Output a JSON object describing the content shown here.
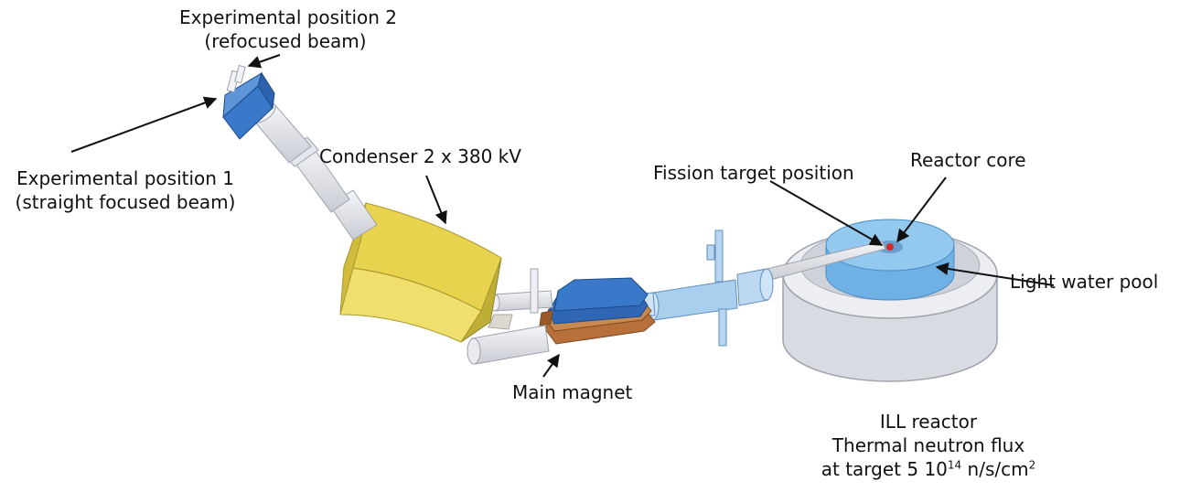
{
  "labels": {
    "exp_pos2_line1": "Experimental position 2",
    "exp_pos2_line2": "(refocused beam)",
    "exp_pos1_line1": "Experimental position 1",
    "exp_pos1_line2": "(straight focused beam)",
    "condenser": "Condenser 2 x 380 kV",
    "fission_target": "Fission target position",
    "reactor_core": "Reactor core",
    "light_water_pool": "Light water pool",
    "main_magnet": "Main magnet",
    "ill_reactor": "ILL reactor",
    "thermal_flux": "Thermal neutron flux",
    "flux_prefix": "at target 5 10",
    "flux_exp": "14",
    "flux_unit": " n/s/cm",
    "flux_unit_exp": "2"
  },
  "colors": {
    "condenser": "#e8d34f",
    "magnet_blue": "#3a78c9",
    "copper": "#b8703a",
    "pipe": "#e4e7ec",
    "pool_outer": "#e2e4ea",
    "pool_water": "#8ec5ec",
    "core": "#d22b2b",
    "beamline_blue": "#a9cfee"
  }
}
